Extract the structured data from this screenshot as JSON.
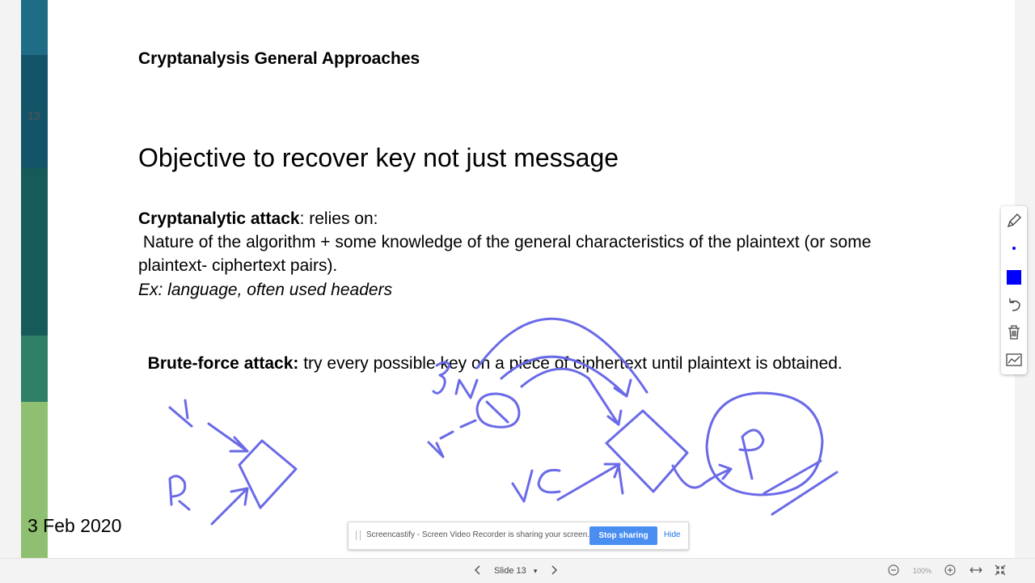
{
  "slide": {
    "number": "13",
    "title": "Cryptanalysis General Approaches",
    "objective": "Objective to recover key not just message",
    "cryptanalytic": {
      "term": "Cryptanalytic attack",
      "rest": ": relies on:",
      "line2": " Nature of the algorithm + some knowledge of the general characteristics of the plaintext (or some",
      "line3": "plaintext- ciphertext pairs).",
      "example": "Ex: language, often used headers"
    },
    "bruteforce": {
      "term": "Brute-force attack:",
      "rest": " try every possible key on a piece of ciphertext until plaintext is obtained."
    },
    "date": "3 Feb 2020"
  },
  "sidebar_colors": [
    "#1e6c85",
    "#145468",
    "#165a5a",
    "#2f8066",
    "#4d9a6b",
    "#8fc071"
  ],
  "ink_color": "#6a6ae8",
  "pen_color": "#0000ff",
  "tools": [
    "pencil-icon",
    "pen-size-icon",
    "color-swatch-icon",
    "undo-icon",
    "trash-icon",
    "chart-icon"
  ],
  "screencast": {
    "message": "Screencastify - Screen Video Recorder is sharing your screen.",
    "stop_label": "Stop sharing",
    "hide_label": "Hide"
  },
  "footer": {
    "slide_label": "Slide 13",
    "dropdown_glyph": "▾",
    "zoom": "100%"
  }
}
